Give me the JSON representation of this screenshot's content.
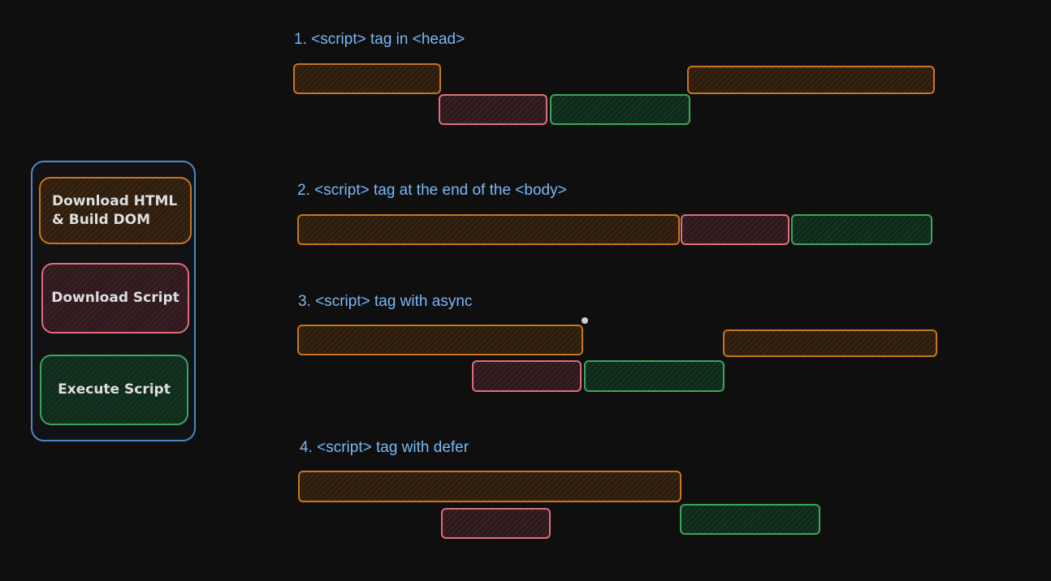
{
  "legend": {
    "download_html": "Download HTML & Build DOM",
    "download_script": "Download Script",
    "execute_script": "Execute Script"
  },
  "scenarios": [
    {
      "title": "1. <script> tag in <head>"
    },
    {
      "title": "2. <script> tag at the end of the <body>"
    },
    {
      "title": "3. <script> tag with async"
    },
    {
      "title": "4. <script> tag with defer"
    }
  ],
  "colors": {
    "download_html": "#c8761d",
    "download_script": "#e06d7b",
    "execute_script": "#3aa65c",
    "title_text": "#7ab8f5",
    "legend_border": "#4f86c6"
  }
}
